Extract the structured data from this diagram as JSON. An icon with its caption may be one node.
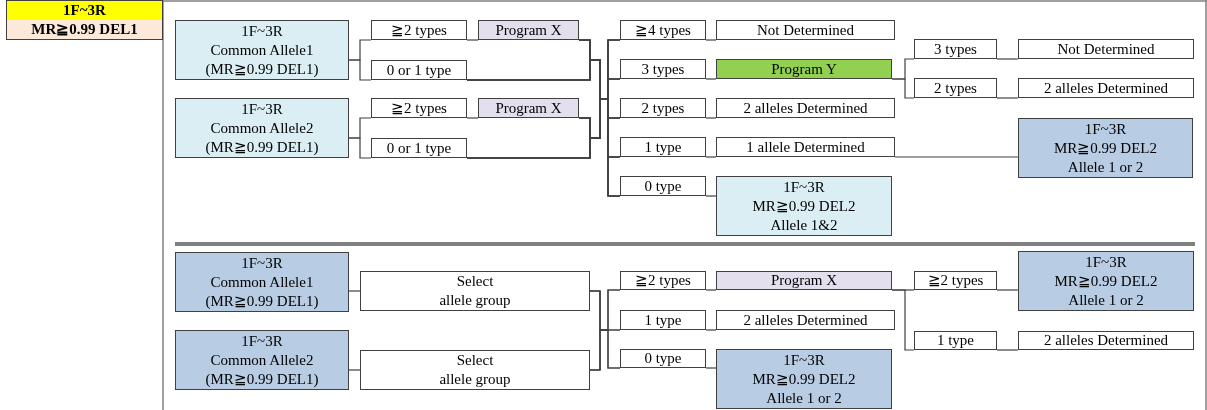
{
  "diagram": {
    "nodes": [
      {
        "text": [
          "1F~3R",
          "MR≧0.99 DEL1"
        ]
      },
      {
        "text": [
          "1F~3R",
          "Common Allele1",
          "(MR≧0.99 DEL1)"
        ]
      },
      {
        "text": [
          "≧2 types"
        ]
      },
      {
        "text": [
          "Program X"
        ]
      },
      {
        "text": [
          "0 or 1 type"
        ]
      },
      {
        "text": [
          "1F~3R",
          "Common Allele2",
          "(MR≧0.99 DEL1)"
        ]
      },
      {
        "text": [
          "≧2 types"
        ]
      },
      {
        "text": [
          "Program X"
        ]
      },
      {
        "text": [
          "0 or 1 type"
        ]
      },
      {
        "text": [
          "≧4 types"
        ]
      },
      {
        "text": [
          "Not Determined"
        ]
      },
      {
        "text": [
          "3 types"
        ]
      },
      {
        "text": [
          "Program Y"
        ]
      },
      {
        "text": [
          "2 types"
        ]
      },
      {
        "text": [
          "2 alleles Determined"
        ]
      },
      {
        "text": [
          "1 type"
        ]
      },
      {
        "text": [
          "1 allele Determined"
        ]
      },
      {
        "text": [
          "0 type"
        ]
      },
      {
        "text": [
          "1F~3R",
          "MR≧0.99 DEL2",
          "Allele 1&2"
        ]
      },
      {
        "text": [
          "3 types"
        ]
      },
      {
        "text": [
          "Not Determined"
        ]
      },
      {
        "text": [
          "2 types"
        ]
      },
      {
        "text": [
          "2 alleles Determined"
        ]
      },
      {
        "text": [
          "1F~3R",
          "MR≧0.99 DEL2",
          "Allele 1 or 2"
        ]
      },
      {
        "text": [
          "1F~3R",
          "Common Allele1",
          "(MR≧0.99 DEL1)"
        ]
      },
      {
        "text": [
          "Select",
          "allele group"
        ]
      },
      {
        "text": [
          "1F~3R",
          "Common Allele2",
          "(MR≧0.99 DEL1)"
        ]
      },
      {
        "text": [
          "Select",
          "allele group"
        ]
      },
      {
        "text": [
          "≧2 types"
        ]
      },
      {
        "text": [
          "Program X"
        ]
      },
      {
        "text": [
          "1 type"
        ]
      },
      {
        "text": [
          "2 alleles Determined"
        ]
      },
      {
        "text": [
          "0 type"
        ]
      },
      {
        "text": [
          "1F~3R",
          "MR≧0.99 DEL2",
          "Allele 1 or 2"
        ]
      },
      {
        "text": [
          "≧2 types"
        ]
      },
      {
        "text": [
          "1F~3R",
          "MR≧0.99 DEL2",
          "Allele 1 or 2"
        ]
      },
      {
        "text": [
          "1 type"
        ]
      },
      {
        "text": [
          "2 alleles Determined"
        ]
      }
    ],
    "edges": [
      {
        "from": 1,
        "to": 2,
        "arrow": "none"
      },
      {
        "from": 1,
        "to": 4,
        "arrow": "none"
      },
      {
        "from": 2,
        "to": 3,
        "arrow": "none"
      },
      {
        "from": 5,
        "to": 6,
        "arrow": "none"
      },
      {
        "from": 5,
        "to": 8,
        "arrow": "none"
      },
      {
        "from": 6,
        "to": 7,
        "arrow": "none"
      },
      {
        "from": 3,
        "to": 9,
        "arrow": "none"
      },
      {
        "from": 3,
        "to": 11,
        "arrow": "none"
      },
      {
        "from": 3,
        "to": 13,
        "arrow": "none"
      },
      {
        "from": 3,
        "to": 15,
        "arrow": "none"
      },
      {
        "from": 3,
        "to": 17,
        "arrow": "none"
      },
      {
        "from": 4,
        "to": 9,
        "arrow": "none"
      },
      {
        "from": 4,
        "to": 11,
        "arrow": "none"
      },
      {
        "from": 4,
        "to": 13,
        "arrow": "none"
      },
      {
        "from": 4,
        "to": 15,
        "arrow": "none"
      },
      {
        "from": 4,
        "to": 17,
        "arrow": "none"
      },
      {
        "from": 7,
        "to": 9,
        "arrow": "none"
      },
      {
        "from": 7,
        "to": 11,
        "arrow": "none"
      },
      {
        "from": 7,
        "to": 13,
        "arrow": "none"
      },
      {
        "from": 7,
        "to": 15,
        "arrow": "none"
      },
      {
        "from": 7,
        "to": 17,
        "arrow": "none"
      },
      {
        "from": 8,
        "to": 9,
        "arrow": "none"
      },
      {
        "from": 8,
        "to": 11,
        "arrow": "none"
      },
      {
        "from": 8,
        "to": 13,
        "arrow": "none"
      },
      {
        "from": 8,
        "to": 15,
        "arrow": "none"
      },
      {
        "from": 8,
        "to": 17,
        "arrow": "none"
      },
      {
        "from": 9,
        "to": 10,
        "arrow": "none"
      },
      {
        "from": 11,
        "to": 12,
        "arrow": "none"
      },
      {
        "from": 13,
        "to": 14,
        "arrow": "none"
      },
      {
        "from": 15,
        "to": 16,
        "arrow": "none"
      },
      {
        "from": 17,
        "to": 18,
        "arrow": "none"
      },
      {
        "from": 12,
        "to": 19,
        "arrow": "none"
      },
      {
        "from": 12,
        "to": 21,
        "arrow": "none"
      },
      {
        "from": 19,
        "to": 20,
        "arrow": "none"
      },
      {
        "from": 21,
        "to": 22,
        "arrow": "none"
      },
      {
        "from": 16,
        "to": 23,
        "arrow": "none"
      },
      {
        "from": 24,
        "to": 25,
        "arrow": "none"
      },
      {
        "from": 26,
        "to": 27,
        "arrow": "none"
      },
      {
        "from": 25,
        "to": 28,
        "arrow": "none"
      },
      {
        "from": 25,
        "to": 30,
        "arrow": "none"
      },
      {
        "from": 25,
        "to": 32,
        "arrow": "none"
      },
      {
        "from": 27,
        "to": 28,
        "arrow": "none"
      },
      {
        "from": 27,
        "to": 30,
        "arrow": "none"
      },
      {
        "from": 27,
        "to": 32,
        "arrow": "none"
      },
      {
        "from": 28,
        "to": 29,
        "arrow": "none"
      },
      {
        "from": 30,
        "to": 31,
        "arrow": "none"
      },
      {
        "from": 32,
        "to": 33,
        "arrow": "none"
      },
      {
        "from": 29,
        "to": 34,
        "arrow": "none"
      },
      {
        "from": 29,
        "to": 36,
        "arrow": "none"
      },
      {
        "from": 34,
        "to": 35,
        "arrow": "none"
      },
      {
        "from": 36,
        "to": 37,
        "arrow": "none"
      }
    ]
  }
}
